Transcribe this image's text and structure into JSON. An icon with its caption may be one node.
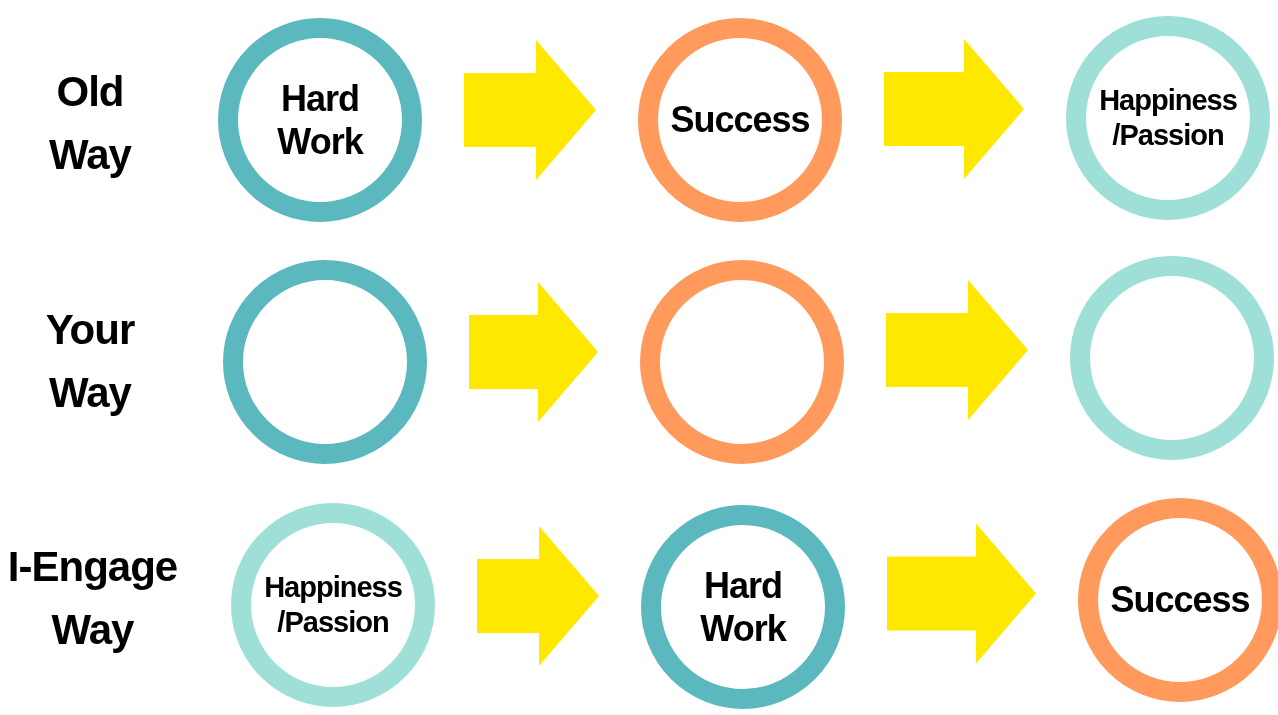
{
  "diagram": {
    "nodes": [
      {
        "text": [
          "Hard Work"
        ]
      },
      {
        "text": [
          "Success"
        ]
      },
      {
        "text": [
          "Happiness /Passion"
        ]
      },
      {
        "text": [],
        "shape": "circle"
      },
      {
        "text": [],
        "shape": "circle"
      },
      {
        "text": [],
        "shape": "circle"
      },
      {
        "text": [
          "Happiness /Passion"
        ]
      },
      {
        "text": [
          "Hard Work"
        ]
      },
      {
        "text": [
          "Success"
        ]
      }
    ],
    "edges": [
      {
        "from": 0,
        "to": 1,
        "arrow": "to"
      },
      {
        "from": 1,
        "to": 2,
        "arrow": "to"
      },
      {
        "from": 3,
        "to": 4,
        "arrow": "to"
      },
      {
        "from": 4,
        "to": 5,
        "arrow": "to"
      },
      {
        "from": 6,
        "to": 7,
        "arrow": "to"
      },
      {
        "from": 7,
        "to": 8,
        "arrow": "to"
      }
    ],
    "labels": [
      "Old Way",
      "Your Way",
      "I-Engage Way"
    ]
  }
}
